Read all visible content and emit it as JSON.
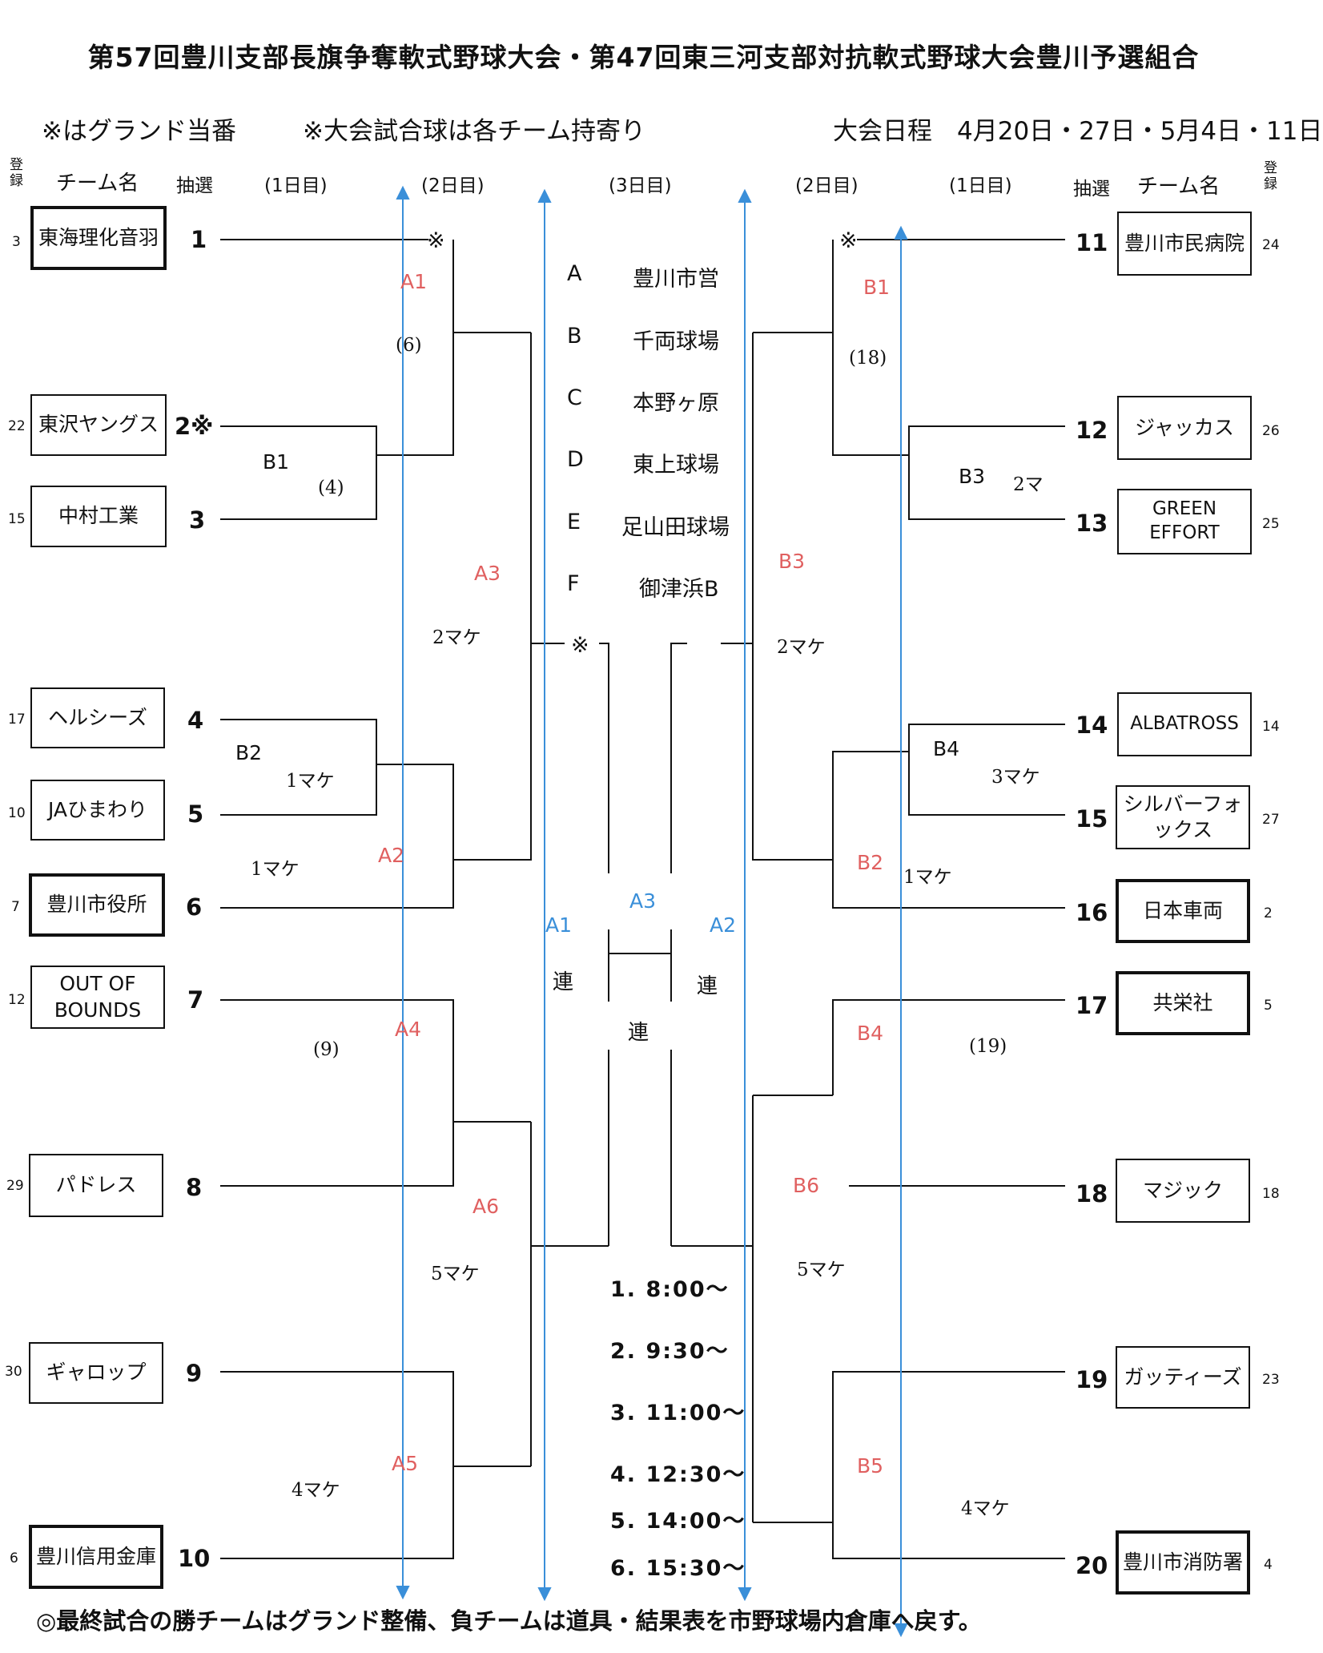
{
  "title": "第57回豊川支部長旗争奪軟式野球大会・第47回東三河支部対抗軟式野球大会豊川予選組合",
  "notes": {
    "ground_duty": "※はグランド当番",
    "ball": "※大会試合球は各チーム持寄り",
    "schedule_label": "大会日程",
    "schedule_dates": "4月20日・27日・5月4日・11日"
  },
  "headers": {
    "registration": "登録",
    "team_name": "チーム名",
    "lottery": "抽選",
    "day1": "(1日目)",
    "day2": "(2日目)",
    "day3": "(3日目)"
  },
  "left_teams": [
    {
      "reg": "3",
      "name": "東海理化音羽",
      "lot": "1",
      "thick": false
    },
    {
      "reg": "22",
      "name": "東沢ヤングス",
      "lot": "2※",
      "thick": false
    },
    {
      "reg": "15",
      "name": "中村工業",
      "lot": "3",
      "thick": false
    },
    {
      "reg": "17",
      "name": "ヘルシーズ",
      "lot": "4",
      "thick": false
    },
    {
      "reg": "10",
      "name": "JAひまわり",
      "lot": "5",
      "thick": false
    },
    {
      "reg": "7",
      "name": "豊川市役所",
      "lot": "6",
      "thick": true
    },
    {
      "reg": "12",
      "name": "OUT OF BOUNDS",
      "lot": "7",
      "thick": false
    },
    {
      "reg": "29",
      "name": "パドレス",
      "lot": "8",
      "thick": false
    },
    {
      "reg": "30",
      "name": "ギャロップ",
      "lot": "9",
      "thick": false
    },
    {
      "reg": "6",
      "name": "豊川信用金庫",
      "lot": "10",
      "thick": true
    }
  ],
  "right_teams": [
    {
      "reg": "24",
      "name": "豊川市民病院",
      "lot": "11",
      "thick": false
    },
    {
      "reg": "26",
      "name": "ジャッカス",
      "lot": "12",
      "thick": false
    },
    {
      "reg": "25",
      "name": "GREEN EFFORT",
      "lot": "13",
      "thick": false
    },
    {
      "reg": "14",
      "name": "ALBATROSS",
      "lot": "14",
      "thick": false
    },
    {
      "reg": "27",
      "name": "シルバーフォックス",
      "lot": "15",
      "thick": false
    },
    {
      "reg": "2",
      "name": "日本車両",
      "lot": "16",
      "thick": true
    },
    {
      "reg": "5",
      "name": "共栄社",
      "lot": "17",
      "thick": true
    },
    {
      "reg": "18",
      "name": "マジック",
      "lot": "18",
      "thick": false
    },
    {
      "reg": "23",
      "name": "ガッティーズ",
      "lot": "19",
      "thick": false
    },
    {
      "reg": "4",
      "name": "豊川市消防署",
      "lot": "20",
      "thick": true
    }
  ],
  "venues": [
    {
      "code": "A",
      "name": "豊川市営"
    },
    {
      "code": "B",
      "name": "千両球場"
    },
    {
      "code": "C",
      "name": "本野ヶ原"
    },
    {
      "code": "D",
      "name": "東上球場"
    },
    {
      "code": "E",
      "name": "足山田球場"
    },
    {
      "code": "F",
      "name": "御津浜B"
    }
  ],
  "times": [
    "1. 8:00〜",
    "2. 9:30〜",
    "3. 11:00〜",
    "4. 12:30〜",
    "5. 14:00〜",
    "6. 15:30〜"
  ],
  "match_labels": {
    "left_b1": "B1",
    "left_b2": "B2",
    "left_a1": "A1",
    "left_a2": "A2",
    "left_a3": "A3",
    "left_a4": "A4",
    "left_a5": "A5",
    "left_a6": "A6",
    "right_b1": "B1",
    "right_b2": "B2",
    "right_b3": "B3",
    "right_b4": "B4",
    "right_b3_black": "B3",
    "right_b4_black": "B4",
    "right_b5": "B5",
    "right_b6": "B6",
    "center_a3": "A3",
    "center_a1": "A1",
    "center_a2": "A2"
  },
  "handwritten": {
    "n6": "(6)",
    "n4": "(4)",
    "n9": "(9)",
    "n18": "(18)",
    "n19": "(19)",
    "left_2make": "2マケ",
    "left_1make_a": "1マケ",
    "left_1make_b": "1マケ",
    "left_5make": "5マケ",
    "left_4make": "4マケ",
    "right_2ma": "2マ",
    "right_2make": "2マケ",
    "right_3make": "3マケ",
    "right_1make": "1マケ",
    "right_5make": "5マケ",
    "right_4make": "4マケ"
  },
  "ren": "連",
  "ground_mark": "※",
  "footer": "◎最終試合の勝チームはグランド整備、負チームは道具・結果表を市野球場内倉庫へ戻す。",
  "colors": {
    "red": "#e06060",
    "blue": "#3a8fd9",
    "line": "#111111"
  }
}
